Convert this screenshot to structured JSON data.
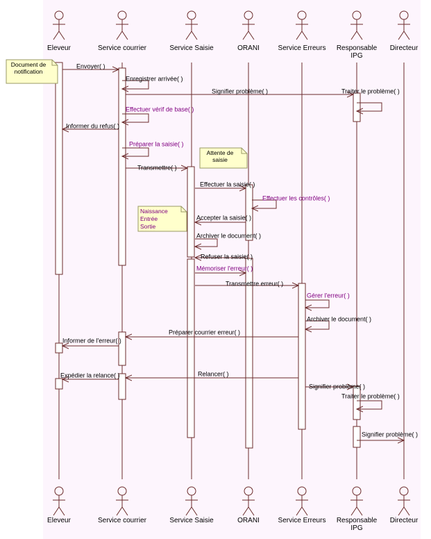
{
  "colors": {
    "background": "#fdf5fd",
    "note_fill": "#ffffcc",
    "note_stroke": "#999966",
    "purple_text": "#800080",
    "line": "#6b2b2b"
  },
  "actors": [
    {
      "id": "eleveur",
      "label": "Eleveur"
    },
    {
      "id": "courrier",
      "label": "Service courrier"
    },
    {
      "id": "saisie",
      "label": "Service Saisie"
    },
    {
      "id": "orani",
      "label": "ORANI"
    },
    {
      "id": "erreurs",
      "label": "Service Erreurs"
    },
    {
      "id": "ipg",
      "label": "Responsable IPG"
    },
    {
      "id": "directeur",
      "label": "Directeur"
    }
  ],
  "notes": [
    "Document de notification",
    "Attente de saisie",
    "Naissance Entrée Sortie"
  ],
  "messages": [
    {
      "label": "Envoyer( )",
      "purple": false
    },
    {
      "label": "Enregistrer arrivée( )",
      "purple": false
    },
    {
      "label": "Signifier problème( )",
      "purple": false
    },
    {
      "label": "Traiter le problème( )",
      "purple": false
    },
    {
      "label": "Effectuer vérif de base( )",
      "purple": true
    },
    {
      "label": "Informer du refus( )",
      "purple": false
    },
    {
      "label": "Préparer la saisie( )",
      "purple": true
    },
    {
      "label": "Transmettre( )",
      "purple": false
    },
    {
      "label": "Effectuer la saisie( )",
      "purple": false
    },
    {
      "label": "Effectuer les contrôles( )",
      "purple": true
    },
    {
      "label": "Accepter la saisie( )",
      "purple": false
    },
    {
      "label": "Archiver le document( )",
      "purple": false
    },
    {
      "label": "Refuser la saisie( )",
      "purple": false
    },
    {
      "label": "Mémoriser l'erreur( )",
      "purple": true
    },
    {
      "label": "Transmettre erreur( )",
      "purple": false
    },
    {
      "label": "Gérer l'erreur( )",
      "purple": true
    },
    {
      "label": "Archiver le document( )",
      "purple": false
    },
    {
      "label": "Préparer courrier erreur( )",
      "purple": false
    },
    {
      "label": "Informer de l'erreur( )",
      "purple": false
    },
    {
      "label": "Relancer( )",
      "purple": false
    },
    {
      "label": "Expédier la relance( )",
      "purple": false
    },
    {
      "label": "Signifier problème( )",
      "purple": false
    },
    {
      "label": "Traiter le problème( )",
      "purple": false
    },
    {
      "label": "Signifier problème( )",
      "purple": false
    }
  ]
}
